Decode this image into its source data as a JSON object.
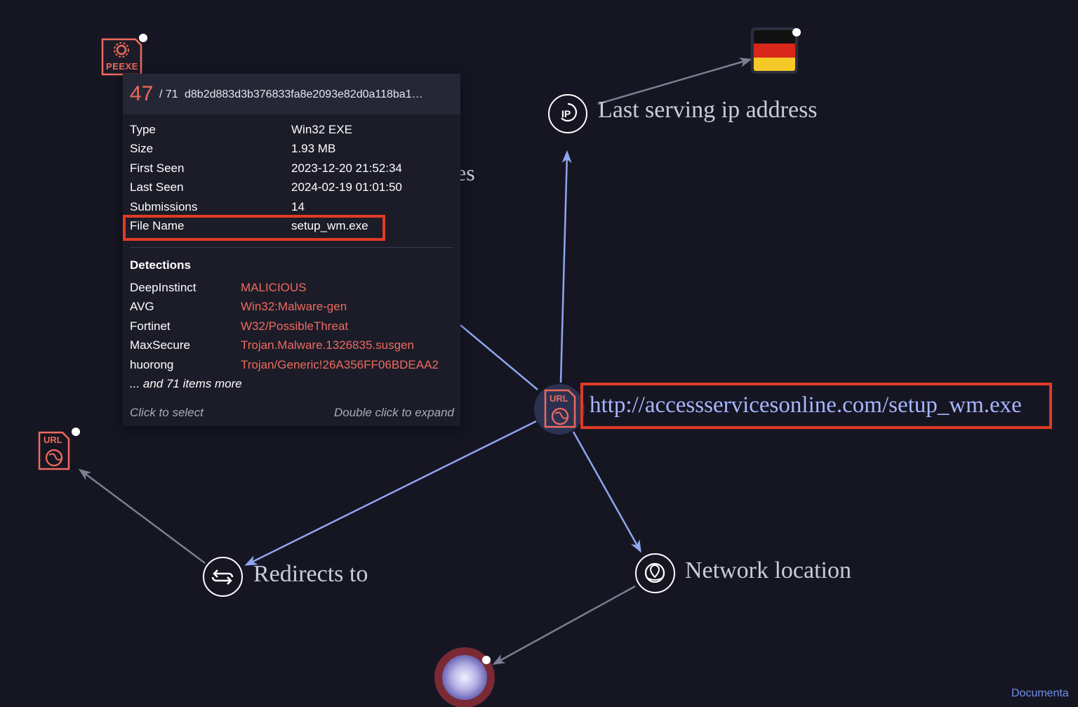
{
  "tooltip": {
    "score": "47",
    "total": "/ 71",
    "hash": "d8b2d883d3b376833fa8e2093e82d0a118ba1…",
    "fields": [
      {
        "label": "Type",
        "value": "Win32 EXE"
      },
      {
        "label": "Size",
        "value": "1.93 MB"
      },
      {
        "label": "First Seen",
        "value": "2023-12-20 21:52:34"
      },
      {
        "label": "Last Seen",
        "value": "2024-02-19 01:01:50"
      },
      {
        "label": "Submissions",
        "value": "14"
      },
      {
        "label": "File Name",
        "value": "setup_wm.exe"
      }
    ],
    "detections_title": "Detections",
    "detections": [
      {
        "engine": "DeepInstinct",
        "result": "MALICIOUS"
      },
      {
        "engine": "AVG",
        "result": "Win32:Malware-gen"
      },
      {
        "engine": "Fortinet",
        "result": "W32/PossibleThreat"
      },
      {
        "engine": "MaxSecure",
        "result": "Trojan.Malware.1326835.susgen"
      },
      {
        "engine": "huorong",
        "result": "Trojan/Generic!26A356FF06BDEAA2"
      }
    ],
    "more_items": "... and 71 items more",
    "click_hint": "Click to select",
    "double_click_hint": "Double click to expand"
  },
  "graph": {
    "center_url": "http://accessservicesonline.com/setup_wm.exe",
    "relationships": {
      "last_serving_ip": "Last serving ip address",
      "redirects_to": "Redirects to",
      "network_location": "Network location",
      "hidden_partial": "es"
    },
    "file_node_label": "PEEXE",
    "url_node_label": "URL",
    "ip_icon_text": "IP"
  },
  "footer": {
    "documentation_link": "Documenta"
  },
  "colors": {
    "background": "#161623",
    "malicious": "#ee6a5e",
    "edge_active": "#8fa6f0",
    "edge_inactive": "#7a7f92",
    "highlight_box": "#e13a25",
    "url_text": "#a8b6ff"
  }
}
